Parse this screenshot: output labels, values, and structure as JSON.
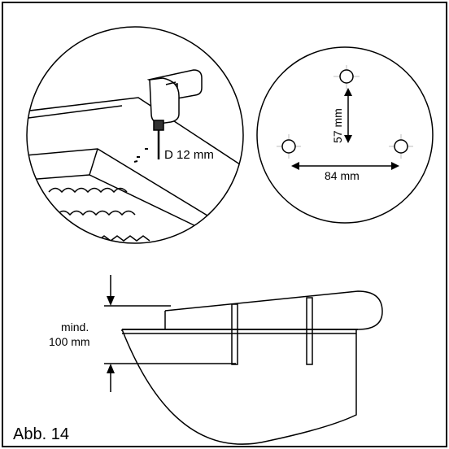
{
  "labels": {
    "drill_diameter": "D 12 mm",
    "vertical_spacing": "57 mm",
    "horizontal_spacing": "84 mm",
    "min_height_line1": "mind.",
    "min_height_line2": "100 mm",
    "figure_caption": "Abb. 14"
  },
  "colors": {
    "ink": "#000000",
    "background": "#ffffff",
    "guide": "#bdbdbd"
  }
}
